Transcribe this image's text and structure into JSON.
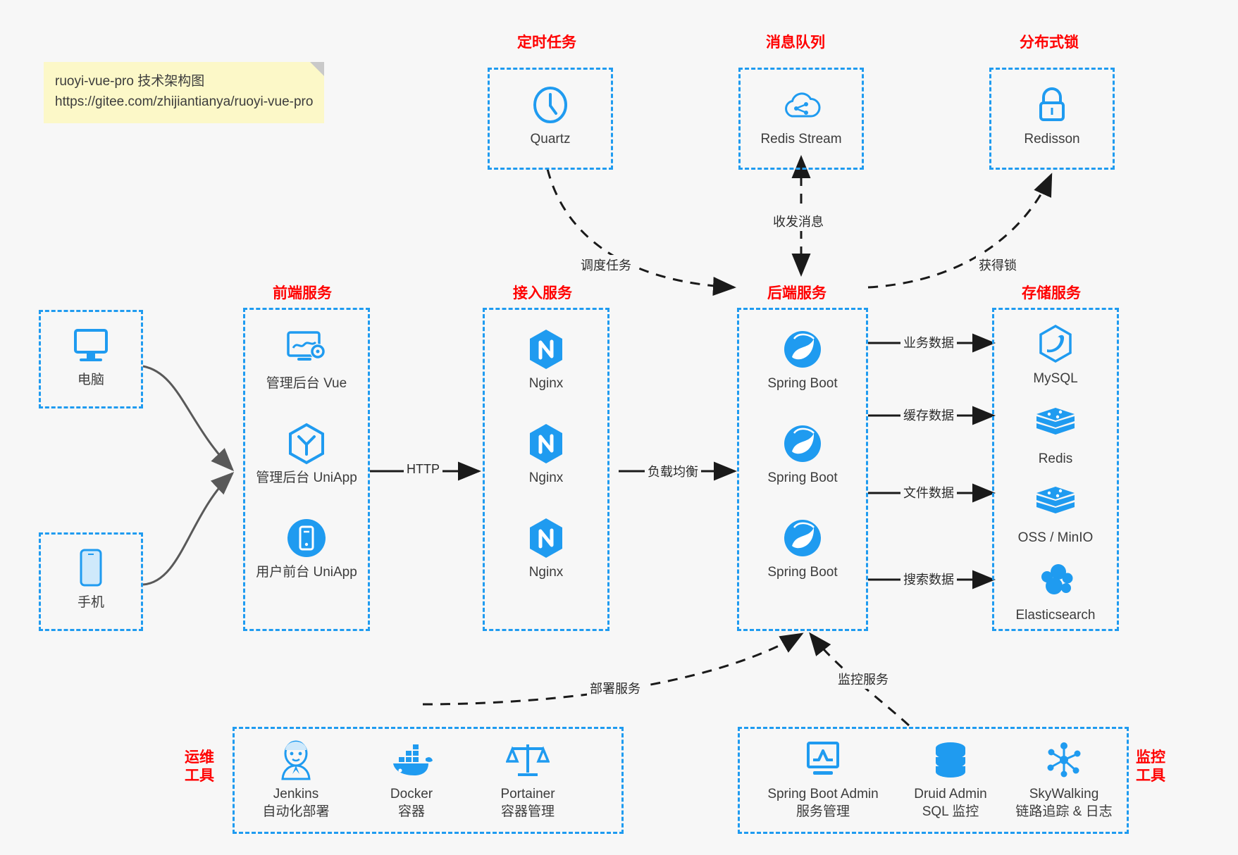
{
  "note": {
    "line1": "ruoyi-vue-pro 技术架构图",
    "line2": "https://gitee.com/zhijiantianya/ruoyi-vue-pro"
  },
  "groups": {
    "scheduler": "定时任务",
    "mq": "消息队列",
    "lock": "分布式锁",
    "frontend": "前端服务",
    "gateway": "接入服务",
    "backend": "后端服务",
    "storage": "存储服务",
    "devops_line1": "运维",
    "devops_line2": "工具",
    "monitor_line1": "监控",
    "monitor_line2": "工具"
  },
  "clients": [
    {
      "label": "电脑",
      "icon": "desktop-icon"
    },
    {
      "label": "手机",
      "icon": "mobile-phone-icon"
    }
  ],
  "scheduler_nodes": [
    {
      "label": "Quartz",
      "icon": "clock-icon"
    }
  ],
  "mq_nodes": [
    {
      "label": "Redis Stream",
      "icon": "cloud-stream-icon"
    }
  ],
  "lock_nodes": [
    {
      "label": "Redisson",
      "icon": "lock-icon"
    }
  ],
  "frontend_nodes": [
    {
      "label": "管理后台 Vue",
      "icon": "dashboard-gear-icon"
    },
    {
      "label": "管理后台 UniApp",
      "icon": "uniapp-hexagon-icon"
    },
    {
      "label": "用户前台 UniApp",
      "icon": "mobile-app-icon"
    }
  ],
  "gateway_nodes": [
    {
      "label": "Nginx",
      "icon": "nginx-icon"
    },
    {
      "label": "Nginx",
      "icon": "nginx-icon"
    },
    {
      "label": "Nginx",
      "icon": "nginx-icon"
    }
  ],
  "backend_nodes": [
    {
      "label": "Spring Boot",
      "icon": "spring-boot-icon"
    },
    {
      "label": "Spring Boot",
      "icon": "spring-boot-icon"
    },
    {
      "label": "Spring Boot",
      "icon": "spring-boot-icon"
    }
  ],
  "storage_nodes": [
    {
      "label": "MySQL",
      "icon": "mysql-icon"
    },
    {
      "label": "Redis",
      "icon": "redis-icon"
    },
    {
      "label": "OSS / MinIO",
      "icon": "oss-minio-icon"
    },
    {
      "label": "Elasticsearch",
      "icon": "elasticsearch-icon"
    }
  ],
  "devops_nodes": [
    {
      "label": "Jenkins",
      "sublabel": "自动化部署",
      "icon": "jenkins-icon"
    },
    {
      "label": "Docker",
      "sublabel": "容器",
      "icon": "docker-icon"
    },
    {
      "label": "Portainer",
      "sublabel": "容器管理",
      "icon": "portainer-scale-icon"
    }
  ],
  "monitor_nodes": [
    {
      "label": "Spring Boot Admin",
      "sublabel": "服务管理",
      "icon": "monitor-chart-icon"
    },
    {
      "label": "Druid Admin",
      "sublabel": "SQL 监控",
      "icon": "database-icon"
    },
    {
      "label": "SkyWalking",
      "sublabel": "链路追踪 & 日志",
      "icon": "skywalking-icon"
    }
  ],
  "edge_labels": {
    "schedule_task": "调度任务",
    "send_receive_message": "收发消息",
    "acquire_lock": "获得锁",
    "http": "HTTP",
    "load_balance": "负载均衡",
    "business_data": "业务数据",
    "cache_data": "缓存数据",
    "file_data": "文件数据",
    "search_data": "搜索数据",
    "deploy_service": "部署服务",
    "monitor_service": "监控服务"
  },
  "colors": {
    "accent_blue": "#1f9bf0",
    "title_red": "#ff0000",
    "note_bg": "#fcf8c8",
    "edge_gray": "#595959",
    "background": "#f7f7f7"
  }
}
